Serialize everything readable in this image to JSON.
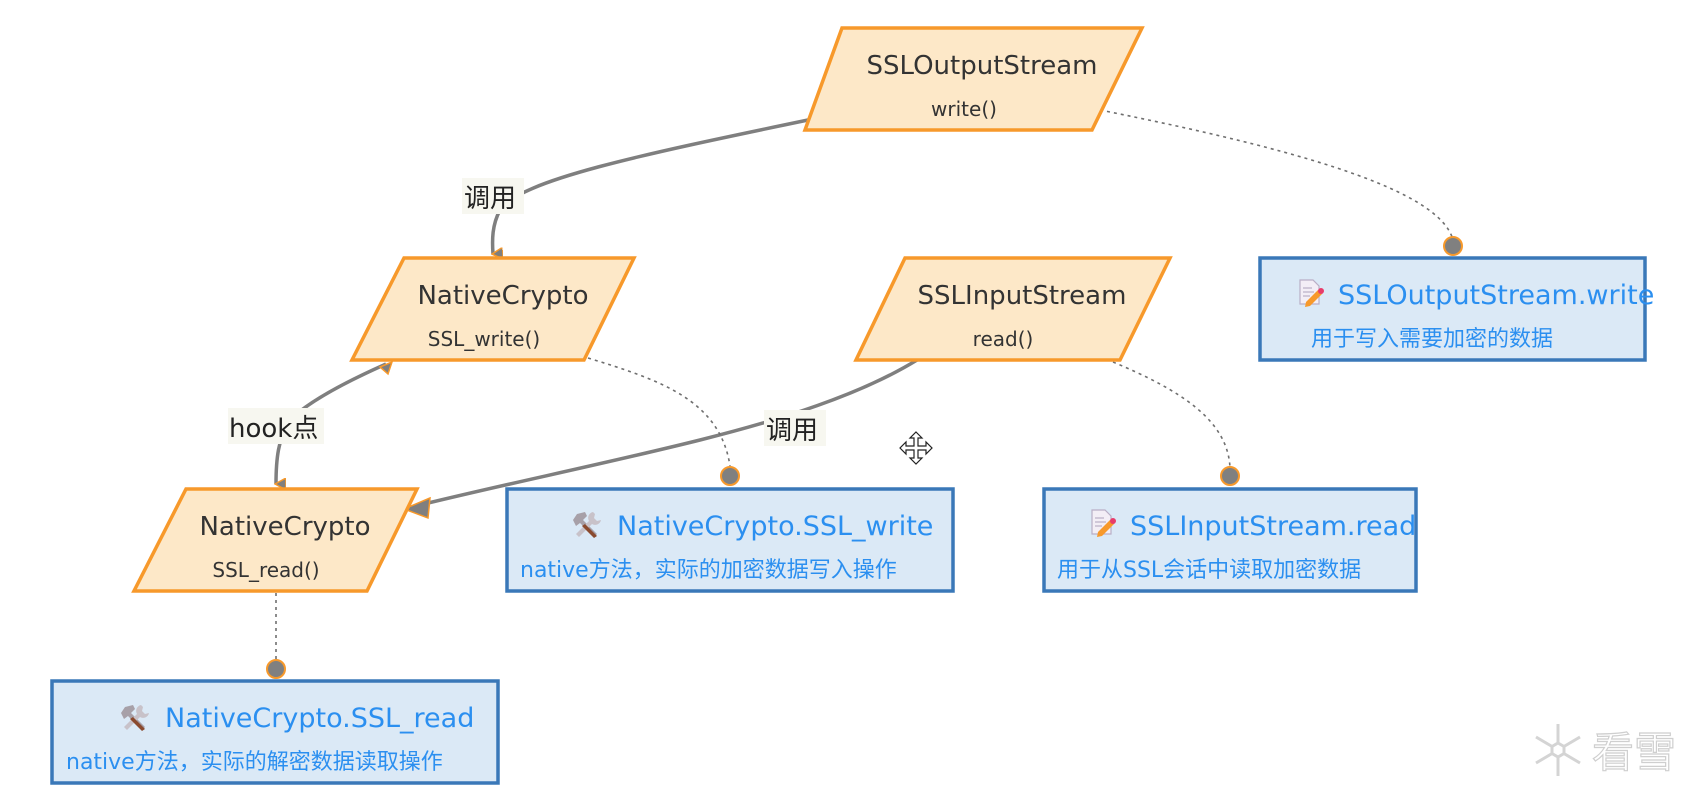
{
  "colors": {
    "node_fill": "#fde8c8",
    "node_stroke": "#f7992b",
    "note_fill": "#dbe9f6",
    "note_stroke": "#3a78b8",
    "note_text": "#2b8ff0",
    "edge": "#7f7f7f",
    "anchor_fill": "#808080",
    "anchor_stroke": "#f7992b"
  },
  "nodes": {
    "ssl_output_stream": {
      "title": "SSLOutputStream",
      "method": "write()"
    },
    "native_crypto_write": {
      "title": "NativeCrypto",
      "method": "SSL_write()"
    },
    "ssl_input_stream": {
      "title": "SSLInputStream",
      "method": "read()"
    },
    "native_crypto_read": {
      "title": "NativeCrypto",
      "method": "SSL_read()"
    }
  },
  "edges": {
    "output_to_write": {
      "label": "调用"
    },
    "write_to_read": {
      "label": "hook点"
    },
    "input_to_read": {
      "label": "调用"
    }
  },
  "notes": {
    "ssl_output_stream_write": {
      "icon": "memo-pencil-icon",
      "title": "SSLOutputStream.write",
      "desc": "用于写入需要加密的数据"
    },
    "native_crypto_ssl_write": {
      "icon": "hammer-wrench-icon",
      "title": "NativeCrypto.SSL_write",
      "desc": "native方法，实际的加密数据写入操作"
    },
    "ssl_input_stream_read": {
      "icon": "memo-pencil-icon",
      "title": "SSLInputStream.read",
      "desc": "用于从SSL会话中读取加密数据"
    },
    "native_crypto_ssl_read": {
      "icon": "hammer-wrench-icon",
      "title": "NativeCrypto.SSL_read",
      "desc": "native方法，实际的解密数据读取操作"
    }
  },
  "watermark": {
    "text": "看雪"
  }
}
